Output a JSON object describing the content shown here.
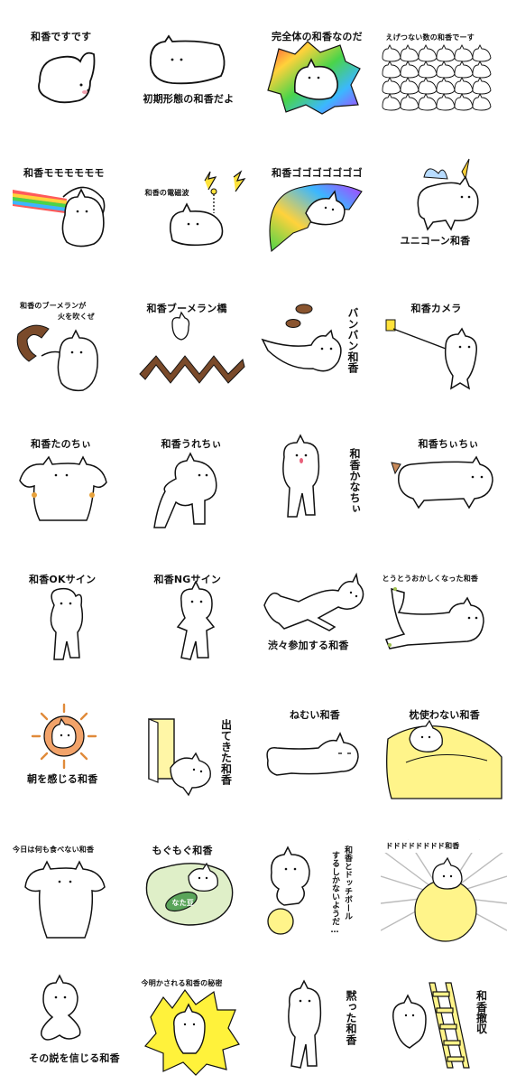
{
  "stickers": [
    {
      "caption": "和香ですです"
    },
    {
      "caption": "初期形態の和香だよ"
    },
    {
      "caption": "完全体の和香なのだ"
    },
    {
      "caption": "えげつない数の和香でーす"
    },
    {
      "caption": "和香モモモモモモ"
    },
    {
      "caption": "和香の電磁波"
    },
    {
      "caption": "和香ゴゴゴゴゴゴゴ"
    },
    {
      "caption": "ユニコーン和香"
    },
    {
      "caption": "和香のブーメランが",
      "caption2": "火を吹くぜ"
    },
    {
      "caption": "和香ブーメラン橋"
    },
    {
      "caption": "バンバン和香"
    },
    {
      "caption": "和香カメラ"
    },
    {
      "caption": "和香たのちぃ"
    },
    {
      "caption": "和香うれちぃ"
    },
    {
      "caption": "和香かなちぃ"
    },
    {
      "caption": "和香ちぃちぃ"
    },
    {
      "caption": "和香OKサイン"
    },
    {
      "caption": "和香NGサイン"
    },
    {
      "caption": "渋々参加する和香"
    },
    {
      "caption": "とうとうおかしくなった和香"
    },
    {
      "caption": "朝を感じる和香"
    },
    {
      "caption": "出てきた和香"
    },
    {
      "caption": "ねむい和香"
    },
    {
      "caption": "枕使わない和香"
    },
    {
      "caption": "今日は何も食べない和香"
    },
    {
      "caption": "もぐもぐ和香",
      "label": "なた豆"
    },
    {
      "caption": "和香とドッチボール",
      "caption2": "するしかないようだ…"
    },
    {
      "caption": "ドドドドドドドド和香"
    },
    {
      "caption": "その説を信じる和香"
    },
    {
      "caption": "今明かされる和香の秘密"
    },
    {
      "caption": "黙った和香"
    },
    {
      "caption": "和香撤収"
    }
  ],
  "colors": {
    "outline": "#111111",
    "cheek": "#e8607a",
    "yellow": "#fff48a",
    "brown": "#7a4a2a",
    "orange": "#e08a3a",
    "green": "#5aa55a",
    "lightgreen": "#dfefc8"
  }
}
